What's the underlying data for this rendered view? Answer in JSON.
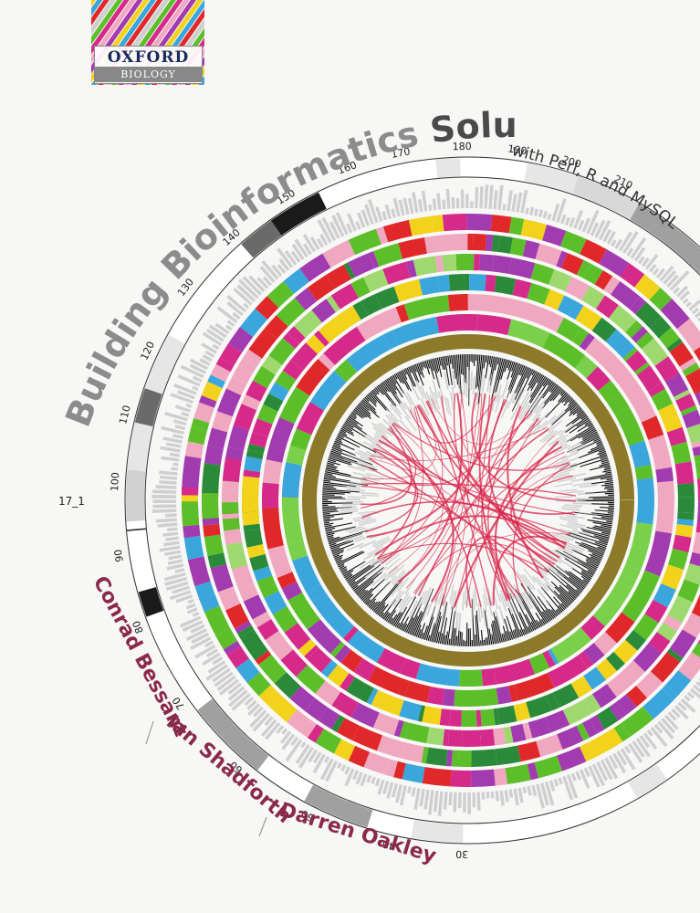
{
  "publisher": {
    "name": "OXFORD",
    "series": "BIOLOGY"
  },
  "title": {
    "part1": "Building ",
    "part2": "Bioinformatics",
    "part3": " Solutions"
  },
  "subtitle": "with Perl, R and MySQL",
  "authors": [
    "Conrad Bessant",
    "Ian Shadforth",
    "Darren Oakley"
  ],
  "figure": {
    "chromosome_label": "17_1",
    "tick_labels": [
      "180",
      "190",
      "200",
      "210",
      "170",
      "160",
      "150",
      "140",
      "130",
      "120",
      "110",
      "100",
      "90",
      "80",
      "70",
      "60",
      "50",
      "40",
      "30"
    ]
  },
  "colors": {
    "title_grey": "#8c8c8c",
    "title_dark": "#4a4a4a",
    "author": "#8a2a4a",
    "link_red": "#d8244a",
    "olive": "#8c7a2a",
    "magenta": "#d62a8a",
    "green": "#5cbf2a",
    "blue": "#3aa6dc",
    "red": "#e0282a",
    "pink": "#f0a8c0",
    "yellow": "#f2d21a",
    "purple": "#a23ab0",
    "black_band": "#1a1a1a"
  }
}
